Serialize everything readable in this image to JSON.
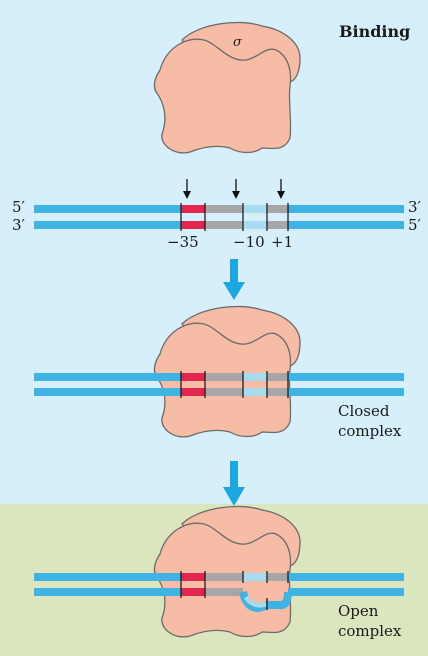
{
  "title": "Binding",
  "sigma_label": "σ",
  "strand_labels": {
    "top_left": "5′",
    "bottom_left": "3′",
    "top_right": "3′",
    "bottom_right": "5′"
  },
  "position_labels": {
    "minus35": "−35",
    "minus10": "−10",
    "plus1": "+1"
  },
  "closed_complex": {
    "line1": "Closed",
    "line2": "complex"
  },
  "open_complex": {
    "line1": "Open",
    "line2": "complex"
  },
  "colors": {
    "background_top": "#d6effb",
    "background_bottom": "#dbe6bf",
    "dna_strand": "#3fb3e3",
    "element_minus35": "#e3264e",
    "element_spacer": "#a7a5a7",
    "element_minus10": "#a9dbee",
    "rna_polymerase": "#f6bca6",
    "process_arrow": "#1ba8e0"
  }
}
